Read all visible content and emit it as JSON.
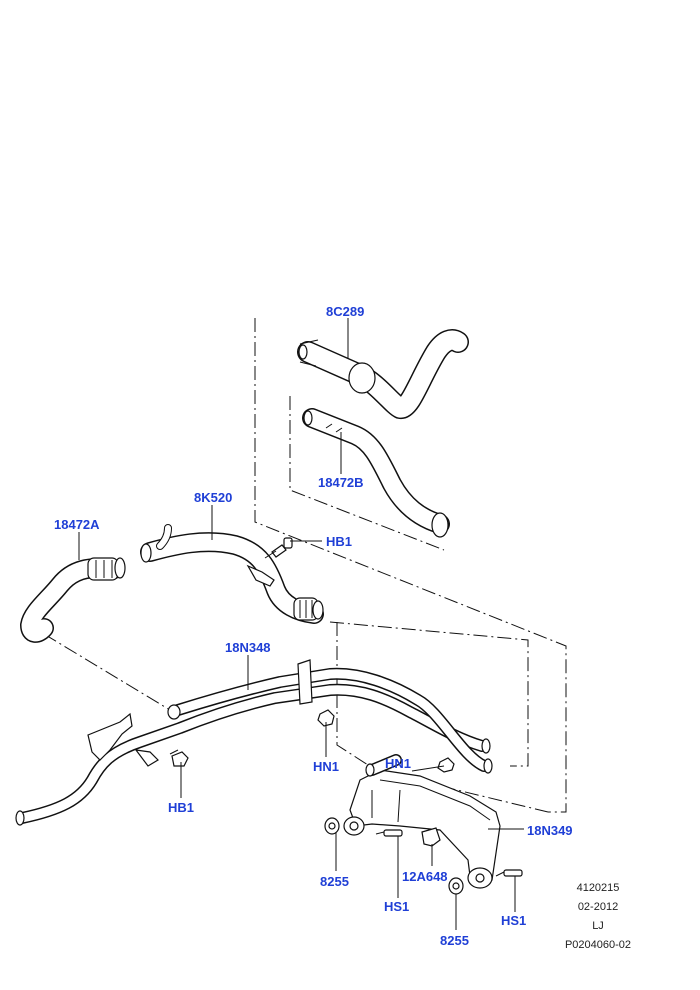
{
  "labels": {
    "8C289": "8C289",
    "18472B": "18472B",
    "8K520": "8K520",
    "18472A": "18472A",
    "HB1_top": "HB1",
    "18N348": "18N348",
    "HN1_a": "HN1",
    "HN1_b": "HN1",
    "HB1_bottom": "HB1",
    "18N349": "18N349",
    "8255_a": "8255",
    "12A648": "12A648",
    "HS1_a": "HS1",
    "HS1_b": "HS1",
    "8255_b": "8255"
  },
  "meta": {
    "line1": "4120215",
    "line2": "02-2012",
    "line3": "LJ",
    "line4": "P0204060-02"
  },
  "colors": {
    "label": "#1f3fd6",
    "linework": "#111111"
  }
}
